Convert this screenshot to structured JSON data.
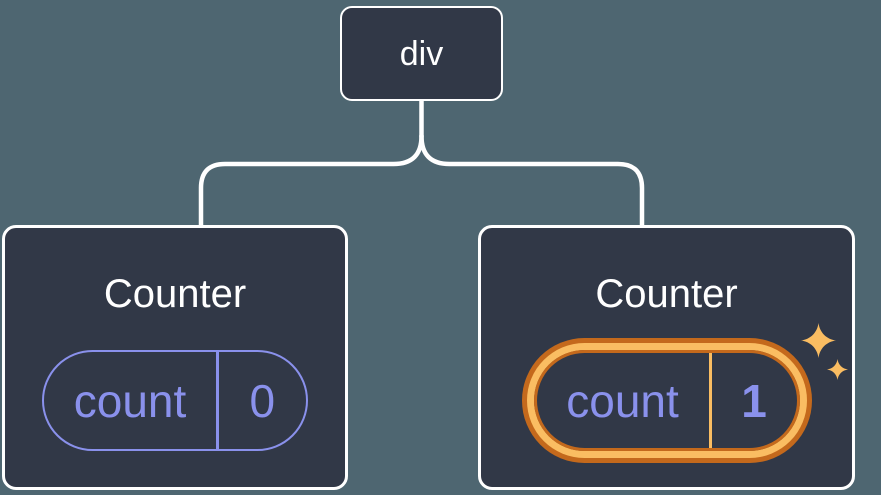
{
  "diagram": {
    "root": {
      "label": "div"
    },
    "children": [
      {
        "title": "Counter",
        "state": {
          "key": "count",
          "value": "0"
        },
        "highlighted": false
      },
      {
        "title": "Counter",
        "state": {
          "key": "count",
          "value": "1"
        },
        "highlighted": true
      }
    ]
  },
  "colors": {
    "background": "#4E6671",
    "node_fill": "#313847",
    "node_border": "#FFFFFF",
    "connector_line": "#FFFFFF",
    "state_purple": "#8A91EC",
    "highlight_ring_dark": "#C4691C",
    "highlight_ring_light": "#FABD62",
    "sparkle": "#FABD62",
    "title_text": "#FFFFFF"
  }
}
